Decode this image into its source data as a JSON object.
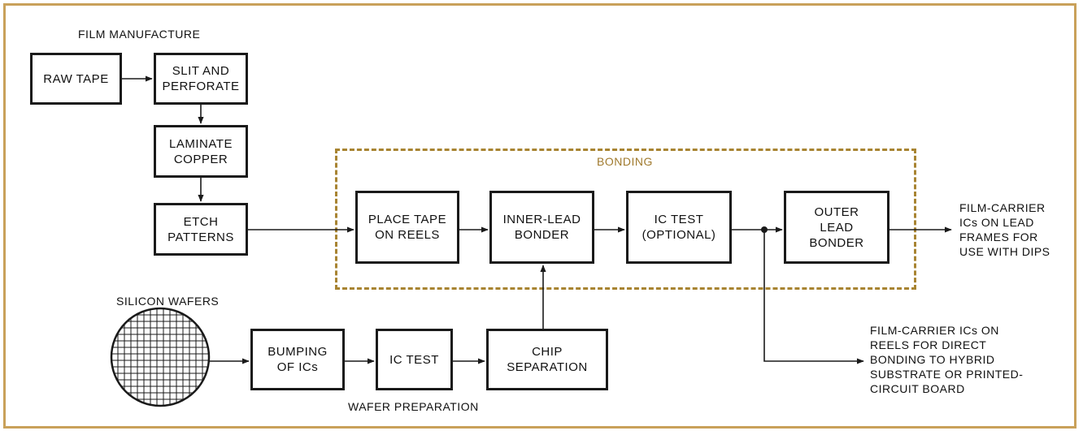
{
  "colors": {
    "frame_border": "#c9a15a",
    "bonding_border": "#a88432",
    "bonding_label": "#a07a2e",
    "ink": "#1a1a1a"
  },
  "labels": {
    "film_manufacture": "FILM MANUFACTURE",
    "bonding": "BONDING",
    "silicon_wafers": "SILICON WAFERS",
    "wafer_preparation": "WAFER PREPARATION",
    "output_lead_frames": "FILM-CARRIER\nICs ON LEAD\nFRAMES FOR\nUSE WITH DIPS",
    "output_reels": "FILM-CARRIER ICs ON\nREELS FOR DIRECT\nBONDING TO HYBRID\nSUBSTRATE OR PRINTED-\nCIRCUIT BOARD"
  },
  "boxes": {
    "raw_tape": "RAW TAPE",
    "slit_perforate": "SLIT AND\nPERFORATE",
    "laminate_copper": "LAMINATE\nCOPPER",
    "etch_patterns": "ETCH\nPATTERNS",
    "place_tape": "PLACE TAPE\nON REELS",
    "inner_lead_bonder": "INNER-LEAD\nBONDER",
    "ic_test_optional": "IC TEST\n(OPTIONAL)",
    "outer_lead_bonder": "OUTER\nLEAD\nBONDER",
    "bumping": "BUMPING\nOF ICs",
    "ic_test": "IC TEST",
    "chip_separation": "CHIP\nSEPARATION"
  }
}
